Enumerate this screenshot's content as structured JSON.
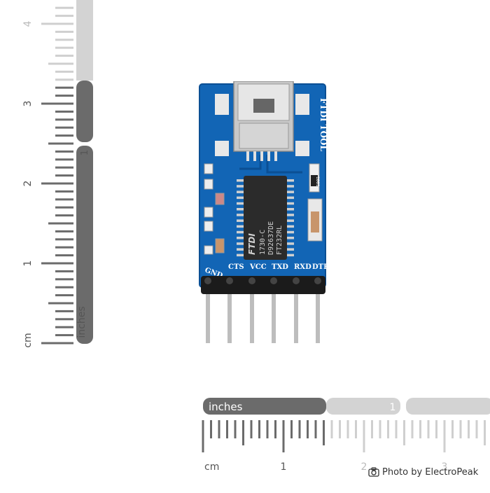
{
  "vertical_ruler": {
    "cm_numbers": [
      "1",
      "2",
      "3",
      "4"
    ],
    "cm_unit": "cm",
    "inch_label": "inches",
    "inch_numbers": [
      "1"
    ]
  },
  "horizontal_ruler": {
    "cm_numbers": [
      "1",
      "2",
      "3"
    ],
    "cm_unit": "cm",
    "inch_label": "inches",
    "inch_numbers": [
      "1"
    ]
  },
  "board": {
    "tool_label": "FTDI TOOL",
    "chip_logo": "FTDI",
    "chip_lines": [
      "1730-C",
      "D92637DE",
      "FT232RL"
    ],
    "pin_labels": [
      "GND",
      "CTS",
      "VCC",
      "TXD",
      "RXD",
      "DTR"
    ],
    "resistor_code": "1001"
  },
  "credit": {
    "text": "Photo by ElectroPeak"
  },
  "colors": {
    "pcb": "#1265b5",
    "pcb_dark": "#0b4f94",
    "ruler_gray": "#6b6b6b",
    "ruler_light": "#d3d3d3"
  }
}
